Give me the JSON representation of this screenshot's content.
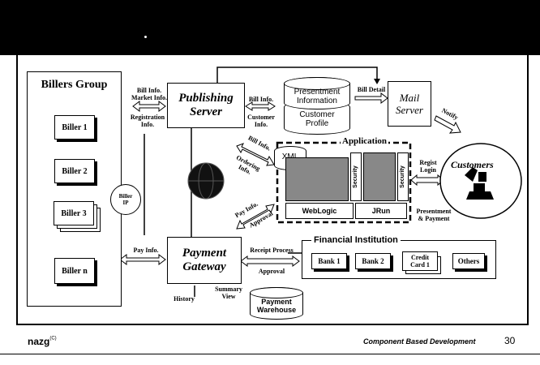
{
  "billers": {
    "title": "Billers Group",
    "items": [
      "Biller 1",
      "Biller 2",
      "Biller 3",
      "Biller n"
    ],
    "biller_ip": "Biller\nIP"
  },
  "publishing_server": {
    "label": "Publishing\nServer"
  },
  "payment_gateway": {
    "label": "Payment\nGateway"
  },
  "mail_server": {
    "label": "Mail\nServer"
  },
  "presentment": {
    "label": "Presentment\nInformation"
  },
  "customer_profile": {
    "label": "Customer\nProfile"
  },
  "payment_warehouse": {
    "label": "Payment\nWarehouse"
  },
  "application": {
    "title": "Application",
    "xml": "XML",
    "security1": "Security",
    "security2": "Security",
    "weblogic": "WebLogic",
    "jrun": "JRun"
  },
  "customers": {
    "label": "Customers"
  },
  "financial": {
    "title": "Financial Institution",
    "items": [
      "Bank 1",
      "Bank 2",
      "Credit Card 1",
      "Others"
    ]
  },
  "flows": {
    "bill_market": "Bill Info.\nMarket Info.",
    "registration": "Registration\nInfo.",
    "bill_info_cust": "Bill Info.",
    "customer_info": "Customer\nInfo.",
    "bill_detail": "Bill Detail",
    "notify": "Notify",
    "bill_info_diag": "Bill Info.",
    "ordering_info": "Ordering\nInfo.",
    "pay_info_diag": "Pay Info.",
    "approval_diag": "Approval",
    "regist_login": "Regist\nLogin",
    "presentment_payment": "Presentment\n& Payment",
    "pay_info_left": "Pay Info.",
    "receipt_process": "Receipt Process",
    "approval": "Approval",
    "history": "History",
    "summary_view": "Summary\nView"
  },
  "footer": {
    "logo": "nazg",
    "logo_sup": "(C)",
    "course": "Component Based Development",
    "page": "30"
  }
}
